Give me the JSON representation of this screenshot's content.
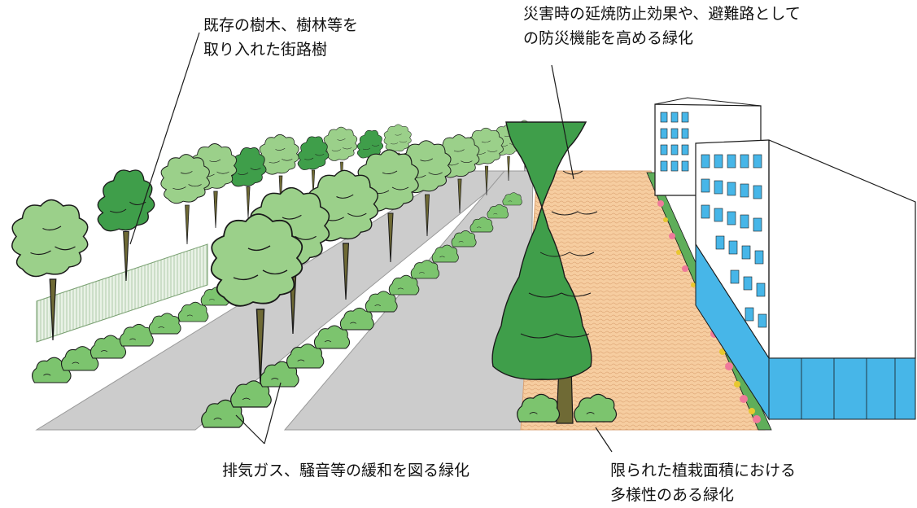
{
  "annotations": {
    "existing_trees": {
      "line1": "既存の樹木、樹林等を",
      "line2": "取り入れた街路樹"
    },
    "disaster_prevention": {
      "line1": "災害時の延焼防止効果や、避難路として",
      "line2": "の防災機能を高める緑化"
    },
    "exhaust_noise": {
      "line1": "排気ガス、騒音等の緩和を図る緑化"
    },
    "diverse_greening": {
      "line1": "限られた植栽面積における",
      "line2": "多様性のある緑化"
    }
  },
  "colors": {
    "tree_light": "#9bd08a",
    "tree_dark": "#3f9e4a",
    "tree_outline": "#1a1a1a",
    "trunk": "#6f6a35",
    "road": "#cccccc",
    "sidewalk": "#f6cda0",
    "building_wall": "#ffffff",
    "window": "#47b6e8",
    "flower_pink": "#f07a9a",
    "flower_yellow": "#e8c830"
  }
}
